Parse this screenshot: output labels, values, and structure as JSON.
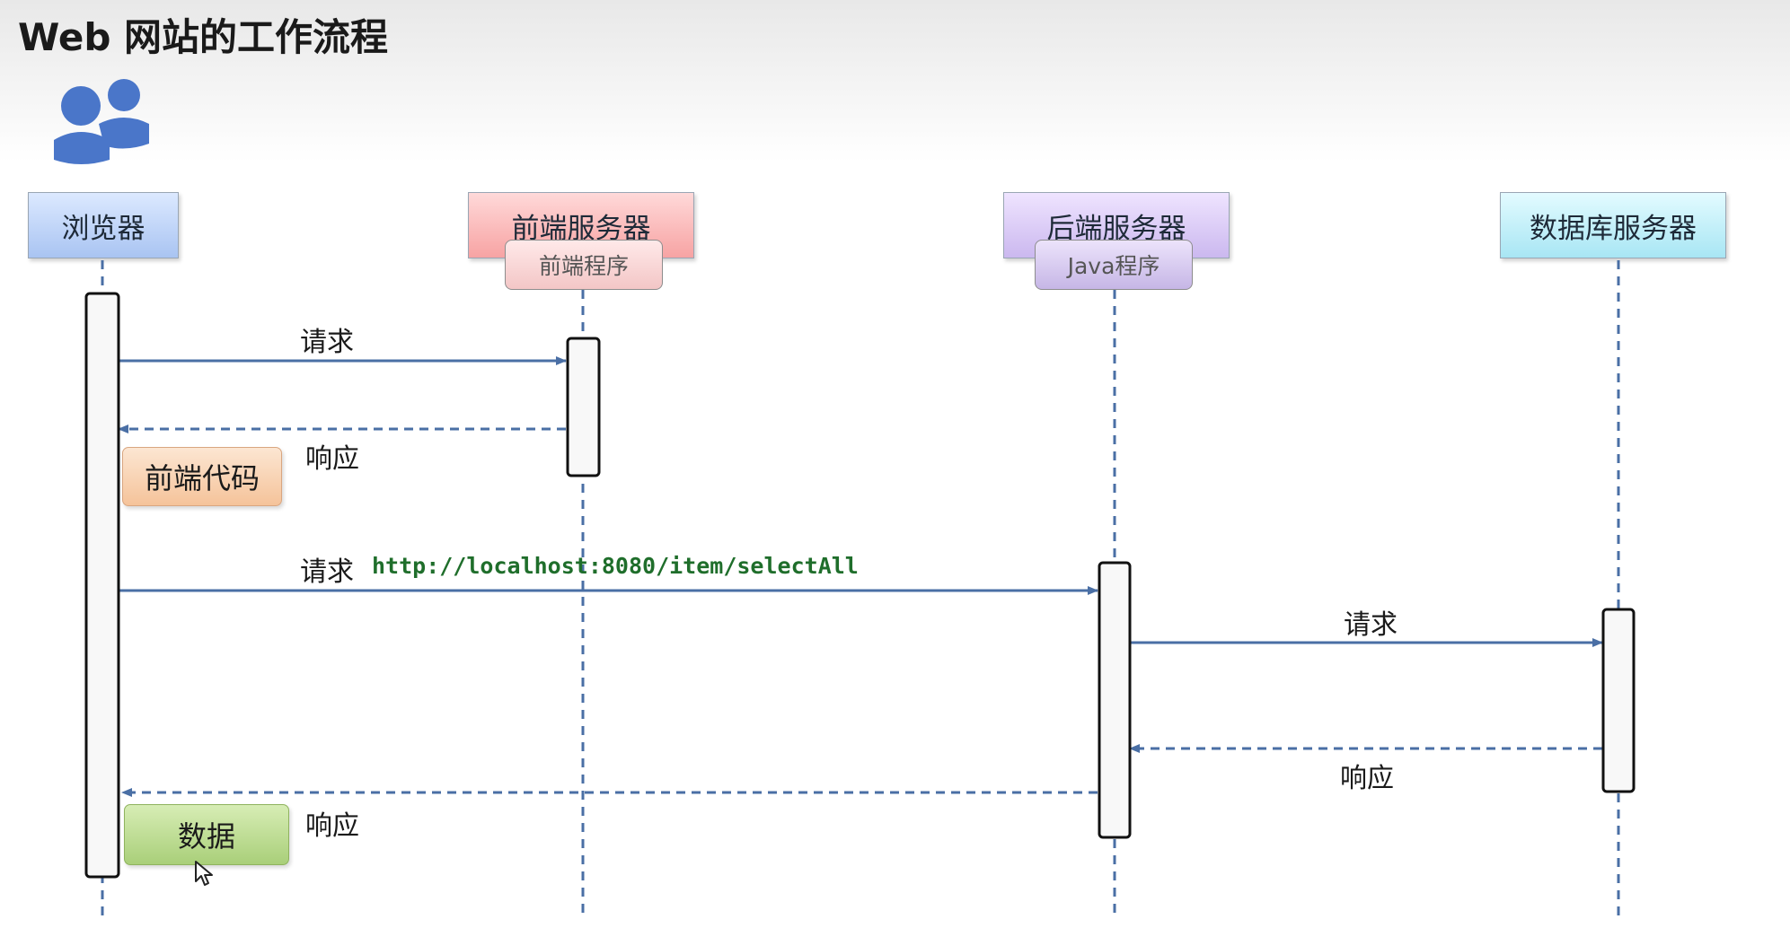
{
  "title": "Web 网站的工作流程",
  "icons": {
    "users": "users-icon",
    "cursor": "mouse-cursor-icon"
  },
  "participants": {
    "browser": {
      "label": "浏览器"
    },
    "front": {
      "label": "前端服务器",
      "sub": "前端程序"
    },
    "back": {
      "label": "后端服务器",
      "sub": "Java程序"
    },
    "db": {
      "label": "数据库服务器"
    }
  },
  "messages": {
    "req1": "请求",
    "resp1": "响应",
    "req2": "请求",
    "req2_url": "http://localhost:8080/item/selectAll",
    "req3": "请求",
    "resp3": "响应",
    "resp2": "响应"
  },
  "notes": {
    "code": "前端代码",
    "data": "数据"
  },
  "colors": {
    "arrow": "#4a6fa5",
    "lifeline": "#4a6fa5",
    "activation_border": "#111111",
    "activation_fill": "#f8f8f8",
    "url": "#1f6e2b",
    "users_icon": "#4a76c9"
  }
}
